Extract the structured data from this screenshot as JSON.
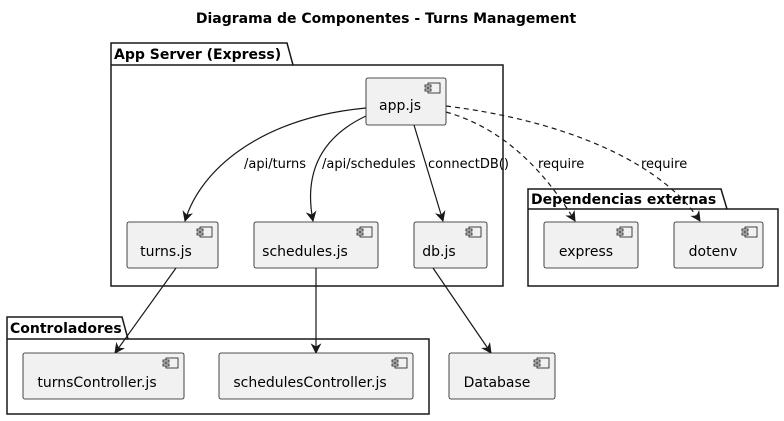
{
  "title": "Diagrama de Componentes - Turns Management",
  "packages": {
    "app_server": "App Server (Express)",
    "externals": "Dependencias externas",
    "controllers": "Controladores"
  },
  "components": {
    "app": "app.js",
    "turns": "turns.js",
    "schedules": "schedules.js",
    "db": "db.js",
    "express": "express",
    "dotenv": "dotenv",
    "turns_controller": "turnsController.js",
    "schedules_controller": "schedulesController.js",
    "database": "Database"
  },
  "edges": {
    "app_turns": "/api/turns",
    "app_schedules": "/api/schedules",
    "app_db": "connectDB()",
    "app_express": "require",
    "app_dotenv": "require"
  },
  "colors": {
    "component_fill": "#f1f1f1",
    "stroke": "#181818",
    "line": "#181818"
  }
}
